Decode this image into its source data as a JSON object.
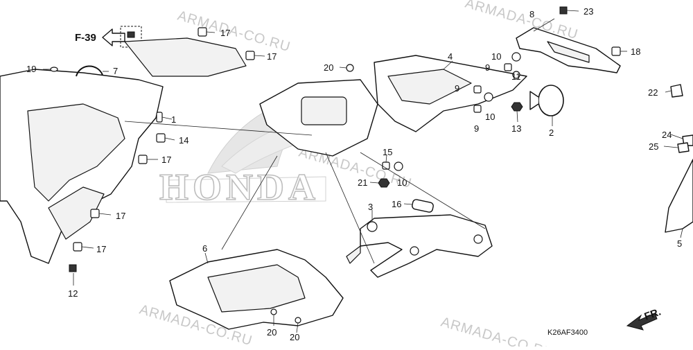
{
  "diagram": {
    "reference": "F-39",
    "drawing_code": "K26AF3400",
    "direction_label": "FR.",
    "brand": "HONDA",
    "watermarks": [
      "ARMADA-CO.RU",
      "ARMADA-CO.RU",
      "ARMADA-CO.RU",
      "ARMADA-CO.RU",
      "ARMADA-CO.RU"
    ],
    "callouts": [
      "1",
      "2",
      "3",
      "4",
      "5",
      "6",
      "7",
      "8",
      "9",
      "9",
      "9",
      "10",
      "10",
      "10",
      "11",
      "12",
      "13",
      "14",
      "15",
      "16",
      "17",
      "17",
      "17",
      "17",
      "17",
      "17",
      "18",
      "19",
      "20",
      "20",
      "20",
      "21",
      "22",
      "23",
      "24",
      "25"
    ]
  }
}
